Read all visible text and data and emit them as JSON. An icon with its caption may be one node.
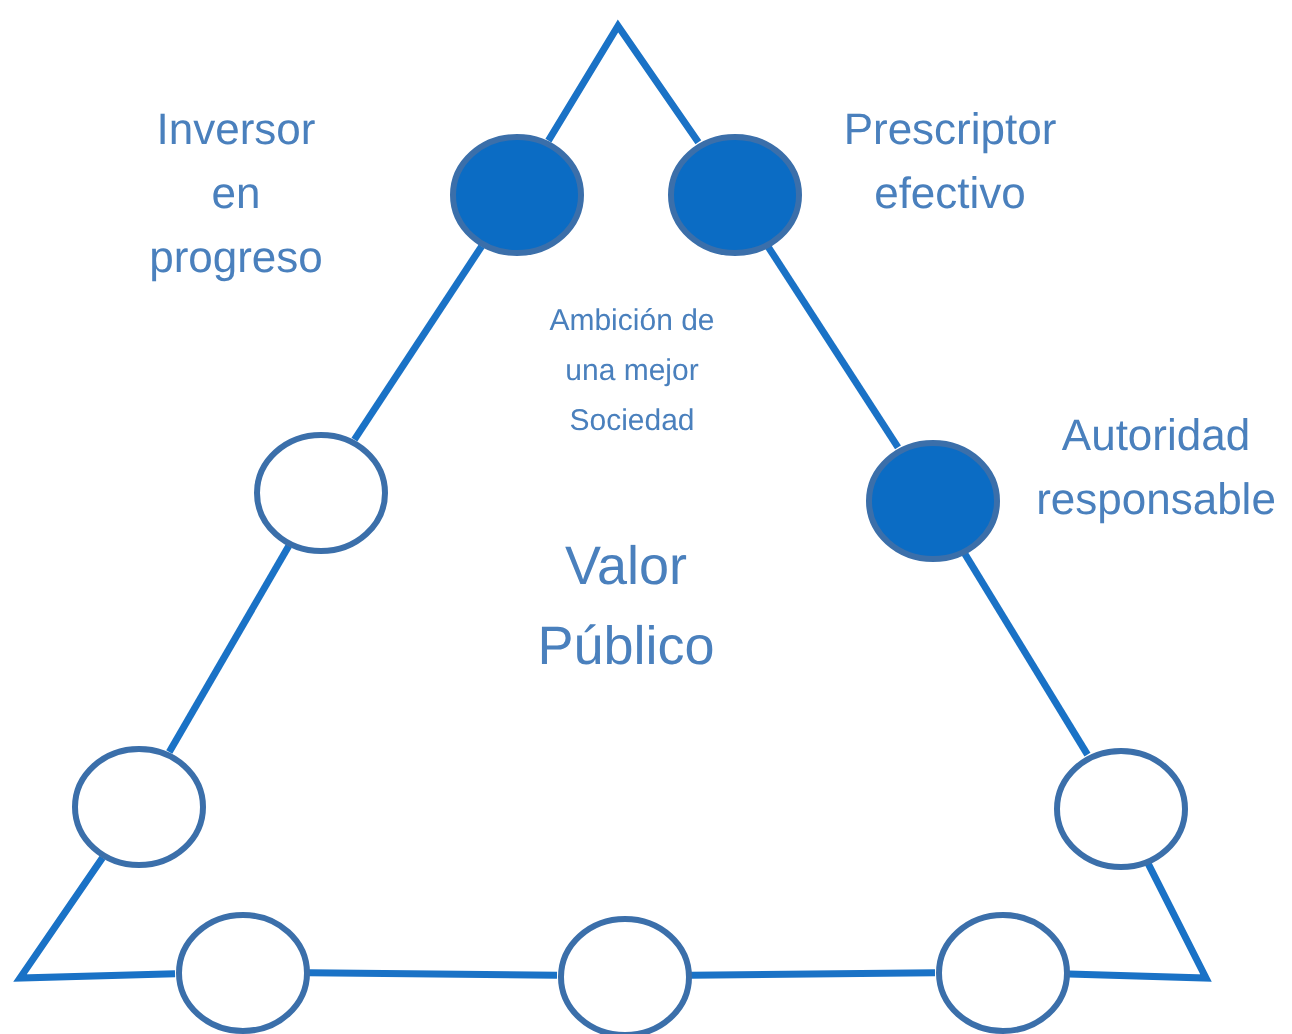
{
  "diagram": {
    "nodes": [
      {
        "text": [],
        "shape": "disc",
        "beside": [
          "Inversor en progreso"
        ]
      },
      {
        "text": [],
        "shape": "disc",
        "beside": [
          "Prescriptor efectivo"
        ]
      },
      {
        "text": [],
        "shape": "disc",
        "beside": [
          "Autoridad responsable"
        ]
      },
      {
        "text": [],
        "shape": "circle"
      },
      {
        "text": [],
        "shape": "circle"
      },
      {
        "text": [],
        "shape": "circle"
      },
      {
        "text": [],
        "shape": "circle"
      },
      {
        "text": [],
        "shape": "circle"
      },
      {
        "text": [],
        "shape": "circle"
      }
    ],
    "edges": [
      {
        "from": 0,
        "to": 1,
        "arrow": "none"
      },
      {
        "from": 1,
        "to": 2,
        "arrow": "none"
      },
      {
        "from": 2,
        "to": 3,
        "arrow": "none"
      },
      {
        "from": 3,
        "to": 4,
        "arrow": "none"
      },
      {
        "from": 4,
        "to": 5,
        "arrow": "none"
      },
      {
        "from": 5,
        "to": 6,
        "arrow": "none"
      },
      {
        "from": 6,
        "to": 7,
        "arrow": "none"
      },
      {
        "from": 7,
        "to": 8,
        "arrow": "none"
      },
      {
        "from": 8,
        "to": 0,
        "arrow": "none"
      }
    ],
    "labels": [
      "Ambición de una mejor Sociedad",
      "Valor Público"
    ]
  }
}
